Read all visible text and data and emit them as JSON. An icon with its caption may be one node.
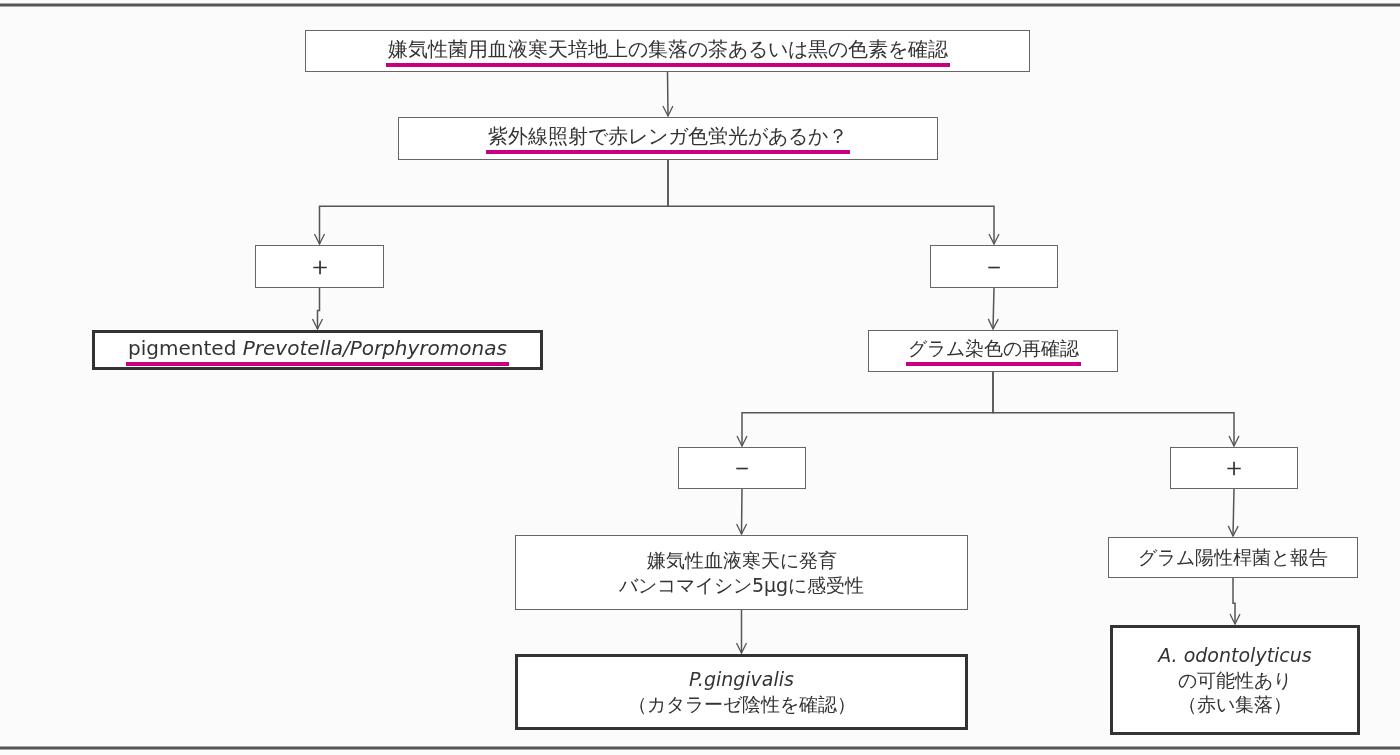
{
  "diagram": {
    "nodes": [
      {
        "text": [
          "嫌気性菌用血液寒天培地上の集落の茶あるいは黒の色素を確認"
        ]
      },
      {
        "text": [
          "紫外線照射で赤レンガ色蛍光があるか？"
        ]
      },
      {
        "text": [
          "＋"
        ]
      },
      {
        "text": [
          "－"
        ]
      },
      {
        "text": [
          "pigmented *Prevotella/Porphyromonas*"
        ]
      },
      {
        "text": [
          "グラム染色の再確認"
        ]
      },
      {
        "text": [
          "－"
        ]
      },
      {
        "text": [
          "＋"
        ]
      },
      {
        "text": [
          "嫌気性血液寒天に発育",
          "バンコマイシン5μgに感受性"
        ]
      },
      {
        "text": [
          "P.gingivalis",
          "（カタラーゼ陰性を確認）"
        ]
      },
      {
        "text": [
          "A. odontolyticus",
          "の可能性あり",
          "（赤い集落）"
        ]
      },
      {
        "text": [
          "グラム陽性桿菌と報告"
        ]
      }
    ],
    "edges": [
      {
        "from": 0,
        "to": 1,
        "arrow": "to"
      },
      {
        "from": 1,
        "to": 2,
        "arrow": "to"
      },
      {
        "from": 1,
        "to": 3,
        "arrow": "to"
      },
      {
        "from": 2,
        "to": 4,
        "arrow": "to"
      },
      {
        "from": 3,
        "to": 5,
        "arrow": "to"
      },
      {
        "from": 5,
        "to": 6,
        "arrow": "to"
      },
      {
        "from": 5,
        "to": 7,
        "arrow": "to"
      },
      {
        "from": 6,
        "to": 8,
        "arrow": "to"
      },
      {
        "from": 8,
        "to": 9,
        "arrow": "to"
      },
      {
        "from": 7,
        "to": 11,
        "arrow": "to"
      },
      {
        "from": 11,
        "to": 10,
        "arrow": "to"
      }
    ]
  }
}
